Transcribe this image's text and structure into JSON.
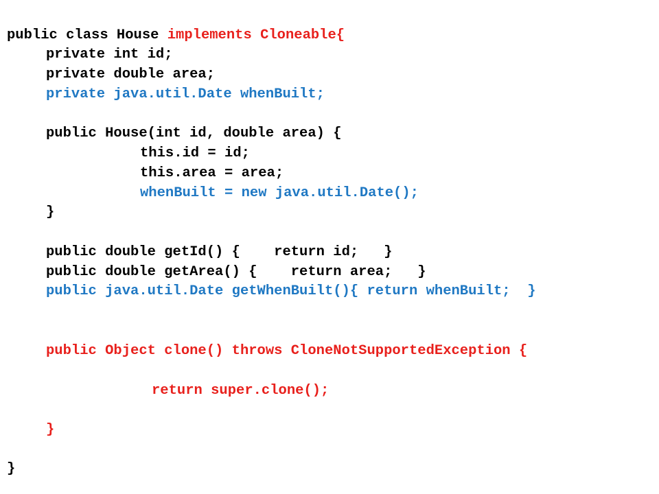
{
  "colors": {
    "default": "#000000",
    "highlight_red": "#e8201c",
    "highlight_blue": "#1f78c3"
  },
  "code": {
    "class_decl": {
      "prefix": "public class House ",
      "implements": "implements Cloneable{"
    },
    "field_id": "private int id;",
    "field_area": "private double area;",
    "field_when_built": "private java.util.Date whenBuilt;",
    "ctor_decl": "public House(int id, double area) {",
    "ctor_assign_id": "this.id = id;",
    "ctor_assign_area": "this.area = area;",
    "ctor_assign_when_built": "whenBuilt = new java.util.Date();",
    "ctor_close": "}",
    "get_id": "public double getId() {    return id;   }",
    "get_area": "public double getArea() {    return area;   }",
    "get_when_built": "public java.util.Date getWhenBuilt(){ return whenBuilt;  }",
    "clone_decl": "public Object clone() throws CloneNotSupportedException {",
    "clone_return": "return super.clone();",
    "clone_close": "}",
    "class_close": "}"
  }
}
